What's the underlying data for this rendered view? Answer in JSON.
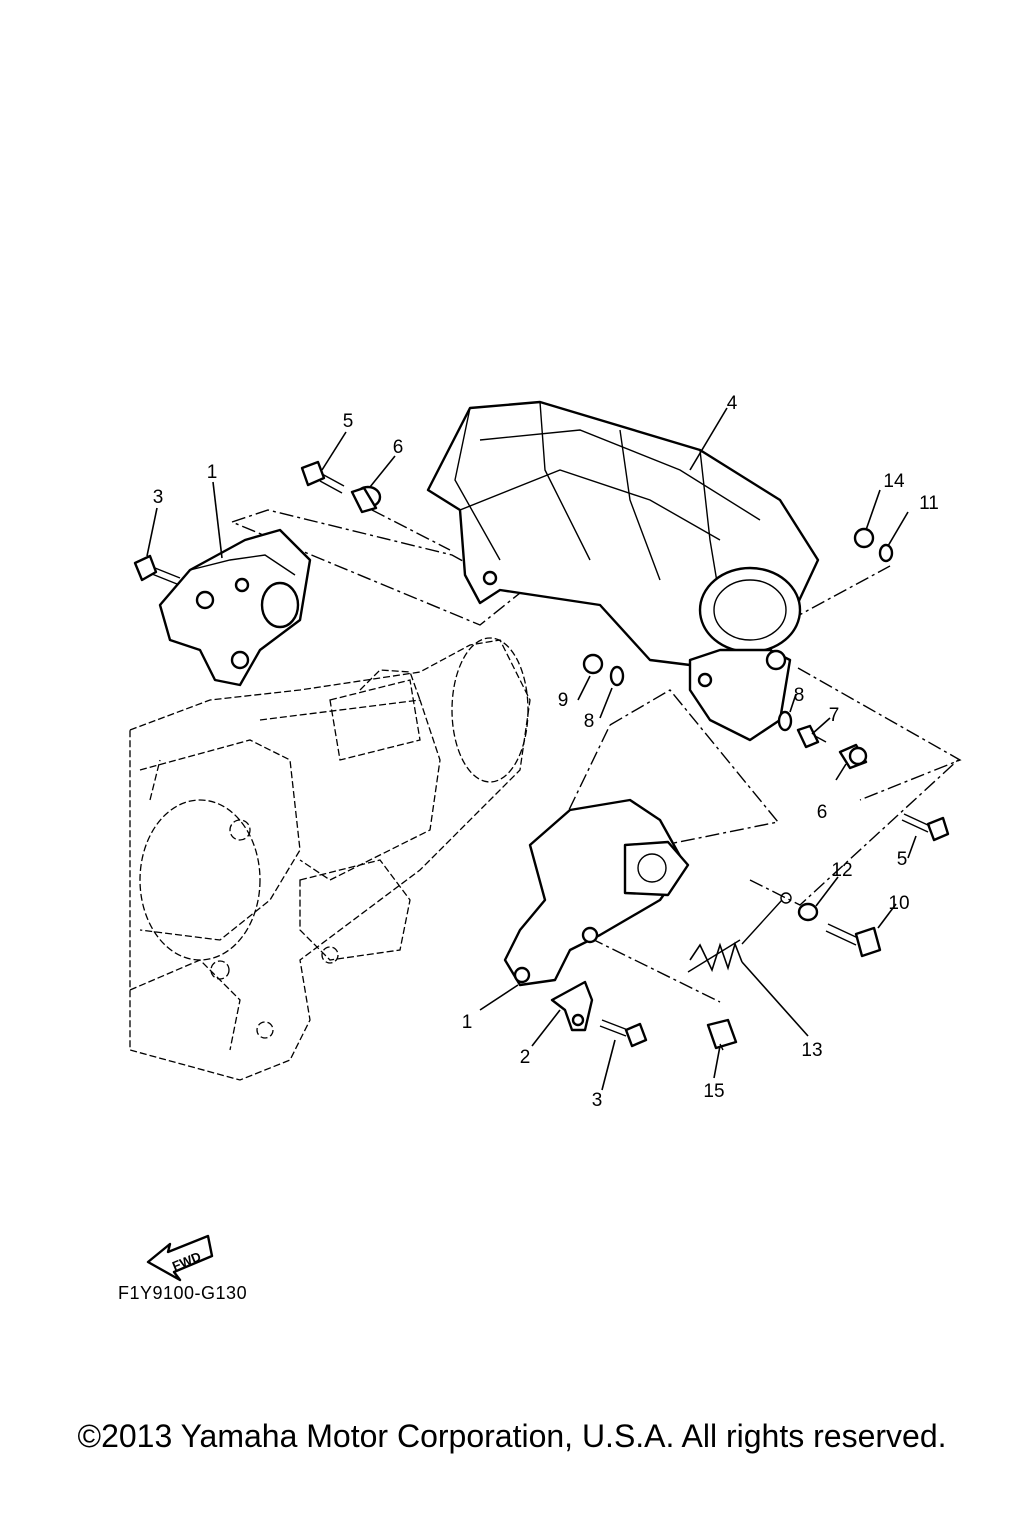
{
  "diagram": {
    "drawing_code": "F1Y9100-G130",
    "fwd_label": "FWD",
    "copyright": "©2013 Yamaha Motor Corporation, U.S.A. All rights reserved.",
    "callouts": [
      "1",
      "2",
      "3",
      "4",
      "5",
      "6",
      "7",
      "8",
      "9",
      "10",
      "11",
      "12",
      "13",
      "14",
      "15"
    ]
  }
}
